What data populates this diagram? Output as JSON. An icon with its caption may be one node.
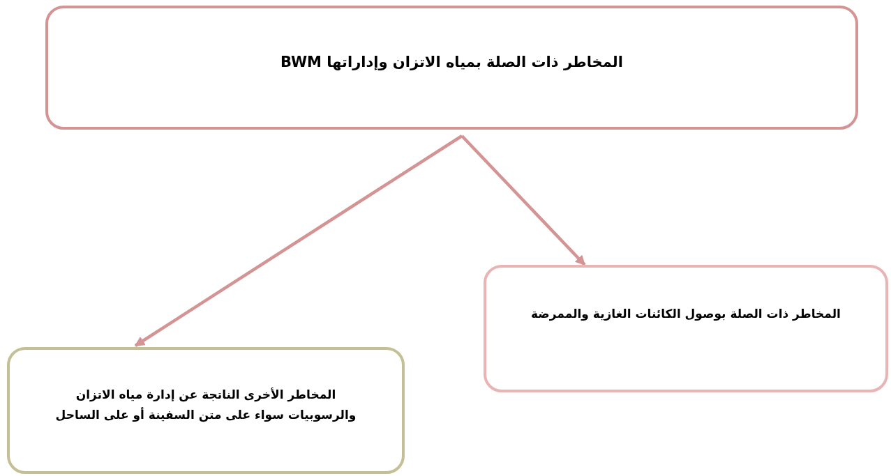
{
  "diagram": {
    "nodes": [
      {
        "text": [
          "المخاطر ذات الصلة بمياه الاتزان وإداراتها BWM"
        ]
      },
      {
        "text": [
          "المخاطر ذات الصلة بوصول الكائنات الغازية والممرضة"
        ]
      },
      {
        "text": [
          "المخاطر الأخرى الناتجة عن إدارة مياه الاتزان والرسوبيات سواء على متن السفينة أو على الساحل"
        ]
      }
    ],
    "edges": [
      {
        "from": 0,
        "to": 1,
        "arrow": "to"
      },
      {
        "from": 0,
        "to": 2,
        "arrow": "to"
      }
    ]
  }
}
